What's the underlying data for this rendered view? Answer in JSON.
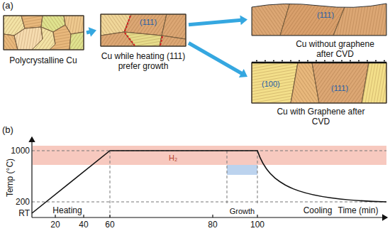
{
  "diagram": {
    "nodes": [
      {
        "text": [
          "Polycrystalline Cu"
        ]
      },
      {
        "text": [
          "(111)",
          "Cu while heating (111) prefer growth"
        ]
      },
      {
        "text": [
          "(111)",
          "Cu without graphene after CVD"
        ]
      },
      {
        "text": [
          "(100)",
          "(111)",
          "Cu with Graphene after CVD"
        ]
      }
    ],
    "edges": [
      {
        "from": 0,
        "to": 1,
        "arrow": "to"
      },
      {
        "from": 1,
        "to": 2,
        "arrow": "to"
      },
      {
        "from": 1,
        "to": 3,
        "arrow": "to"
      }
    ],
    "labels": [
      "(a)",
      "(b)",
      "Temp (°C)",
      "1000",
      "200",
      "RT",
      "H₂",
      "20",
      "40",
      "60",
      "80",
      "100",
      "Heating",
      "Growth",
      "Cooling",
      "Time (min)"
    ]
  }
}
